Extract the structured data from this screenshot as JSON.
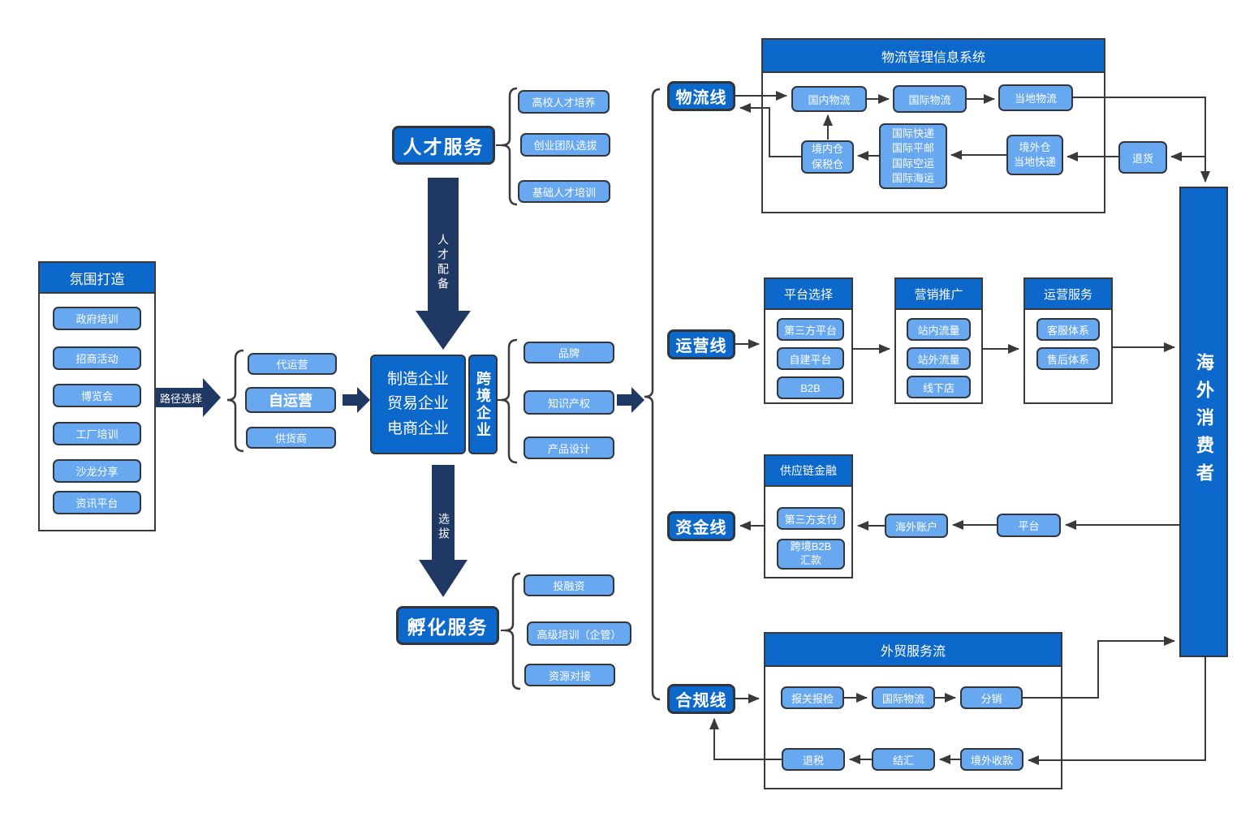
{
  "colors": {
    "primary": "#0d68cb",
    "light_item": "#68a8f1",
    "navy_arrow": "#1f3864",
    "connector": "#3a3a3a"
  },
  "atmosphere": {
    "title": "氛围打造",
    "items": [
      "政府培训",
      "招商活动",
      "博览会",
      "工厂培训",
      "沙龙分享",
      "资讯平台"
    ]
  },
  "path_arrow": {
    "label": "路径选择"
  },
  "modes": {
    "items": [
      "代运营",
      "自运营",
      "供货商"
    ]
  },
  "talent": {
    "title": "人才服务",
    "items": [
      "高校人才培养",
      "创业团队选拔",
      "基础人才培训"
    ],
    "arrow_label": "人才配备"
  },
  "enterprise": {
    "main": "制造企业\n贸易企业\n电商企业",
    "side": "跨境企业"
  },
  "assets": {
    "items": [
      "品牌",
      "知识产权",
      "产品设计"
    ]
  },
  "incubation": {
    "title": "孵化服务",
    "items": [
      "投融资",
      "高级培训（企管）",
      "资源对接"
    ],
    "arrow_label": "选拔"
  },
  "logistics": {
    "label": "物流线",
    "title": "物流管理信息系统",
    "domestic": "国内物流",
    "international": "国际物流",
    "local": "当地物流",
    "domestic_warehouse": "境内仓\n保税仓",
    "intl_channels": "国际快递\n国际平邮\n国际空运\n国际海运",
    "overseas_warehouse": "境外仓\n当地快递",
    "returns": "退货"
  },
  "operations": {
    "label": "运营线",
    "platform": {
      "title": "平台选择",
      "items": [
        "第三方平台",
        "自建平台",
        "B2B"
      ]
    },
    "marketing": {
      "title": "营销推广",
      "items": [
        "站内流量",
        "站外流量",
        "线下店"
      ]
    },
    "service": {
      "title": "运营服务",
      "items": [
        "客服体系",
        "售后体系"
      ]
    }
  },
  "funds": {
    "label": "资金线",
    "finance": {
      "title": "供应链金融",
      "items": [
        "第三方支付",
        "跨境B2B\n汇款"
      ]
    },
    "overseas_account": "海外账户",
    "platform": "平台"
  },
  "compliance": {
    "label": "合规线",
    "title": "外贸服务流",
    "top": [
      "报关报检",
      "国际物流",
      "分销"
    ],
    "bottom": [
      "退税",
      "结汇",
      "境外收款"
    ]
  },
  "consumer": {
    "label": "海外消费者"
  }
}
